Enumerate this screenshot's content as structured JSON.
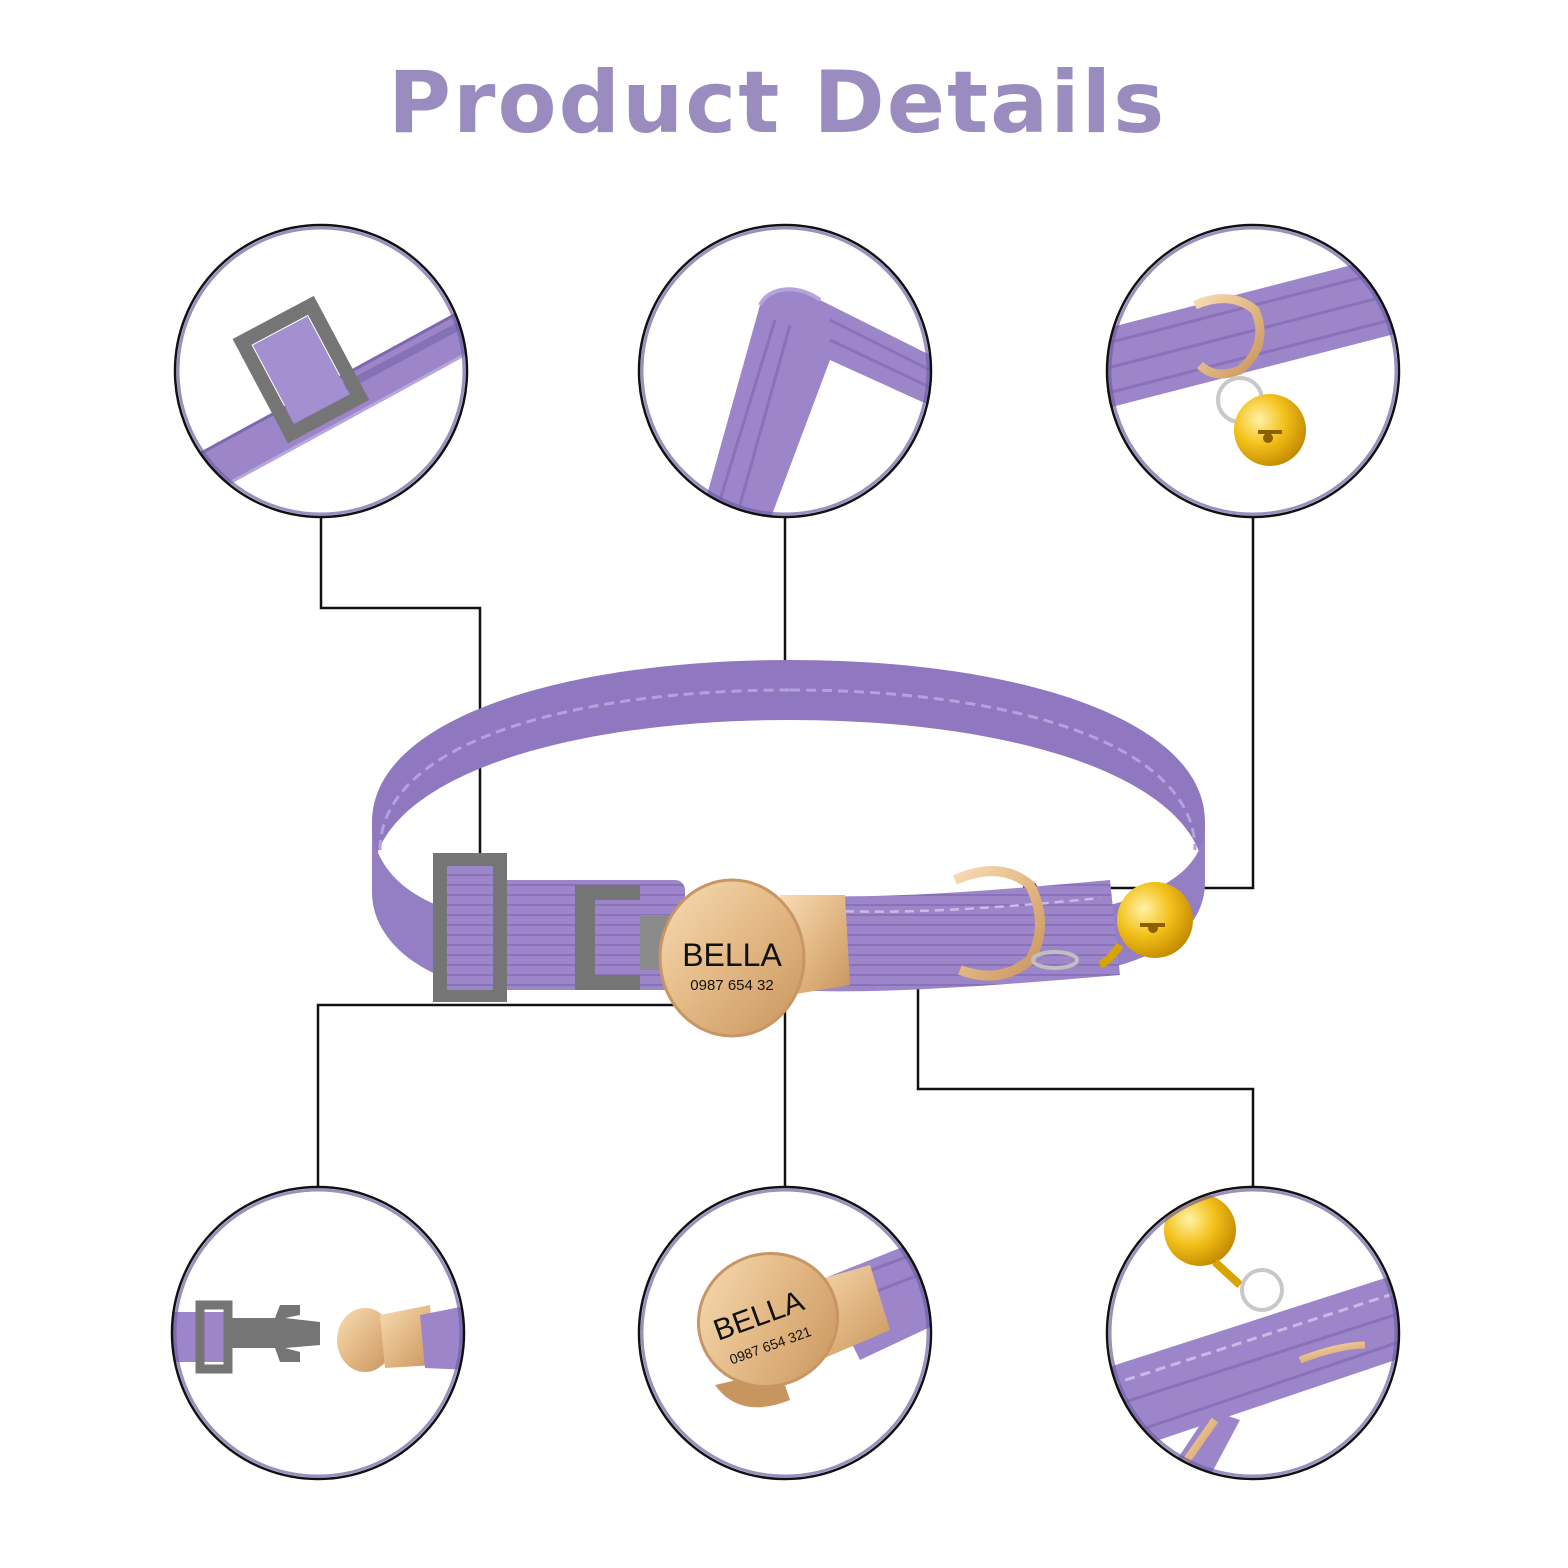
{
  "page": {
    "title": "Product Details"
  },
  "tag": {
    "name": "BELLA",
    "phone_main": "0987 654 32",
    "phone_zoom": "0987 654 321"
  },
  "colors": {
    "title": "#9b8cc0",
    "collar": "#9c85c9",
    "collar_dark": "#7f68b0",
    "buckle": "#757575",
    "metal": "#e9c79a",
    "bell": "#f3c21b",
    "line": "#111111"
  },
  "callouts": [
    {
      "name": "adjuster-slider",
      "icon": "slider-closeup"
    },
    {
      "name": "elastic-band",
      "icon": "band-closeup"
    },
    {
      "name": "d-ring-bell",
      "icon": "bell-closeup"
    },
    {
      "name": "breakaway-buckle",
      "icon": "buckle-closeup"
    },
    {
      "name": "engraved-tag",
      "icon": "tag-closeup"
    },
    {
      "name": "stitching",
      "icon": "stitch-closeup"
    }
  ]
}
